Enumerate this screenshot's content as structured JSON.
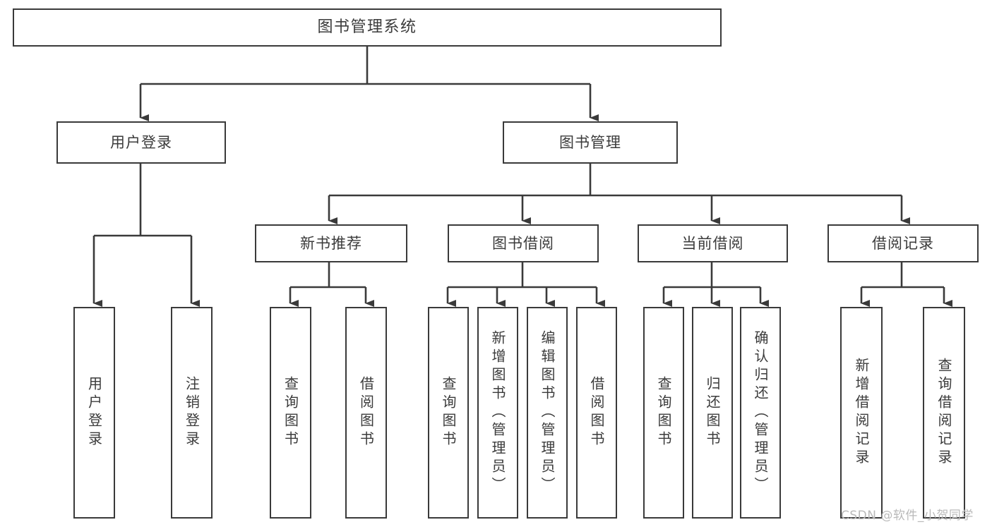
{
  "diagram": {
    "title": "图书管理系统",
    "type": "hierarchy-tree",
    "orientation": "top-down",
    "colors": {
      "node_border": "#3a3a3a",
      "node_fill": "#ffffff",
      "text": "#3b3b3b",
      "edge": "#3a3a3a",
      "background": "#ffffff",
      "watermark": "#b9b9b9"
    },
    "root": {
      "label": "图书管理系统"
    },
    "level2": [
      {
        "label": "用户登录"
      },
      {
        "label": "图书管理"
      }
    ],
    "level3": [
      {
        "label": "新书推荐"
      },
      {
        "label": "图书借阅"
      },
      {
        "label": "当前借阅"
      },
      {
        "label": "借阅记录"
      }
    ],
    "leaves_user_login": [
      {
        "label": "用户登录"
      },
      {
        "label": "注销登录"
      }
    ],
    "leaves_new_books": [
      {
        "label": "查询图书"
      },
      {
        "label": "借阅图书"
      }
    ],
    "leaves_borrow": [
      {
        "label": "查询图书"
      },
      {
        "label": "新增图书（管理员）"
      },
      {
        "label": "编辑图书（管理员）"
      },
      {
        "label": "借阅图书"
      }
    ],
    "leaves_current": [
      {
        "label": "查询图书"
      },
      {
        "label": "归还图书"
      },
      {
        "label": "确认归还（管理员）"
      }
    ],
    "leaves_records": [
      {
        "label": "新增借阅记录"
      },
      {
        "label": "查询借阅记录"
      }
    ]
  },
  "watermark": {
    "text": "CSDN @软件_小贺同学"
  }
}
